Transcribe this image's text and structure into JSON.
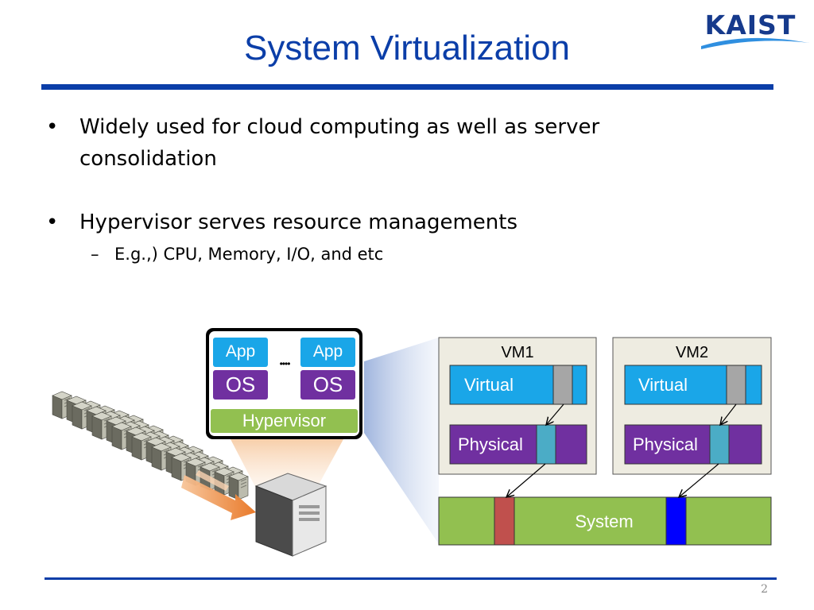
{
  "slide": {
    "title": "System Virtualization",
    "logo": "KAIST",
    "page_number": "2"
  },
  "bullets": [
    {
      "marker": "•",
      "text_line1": "Widely used for cloud computing as well as server",
      "text_line2": "consolidation"
    },
    {
      "marker": "•",
      "text": "Hypervisor serves resource managements",
      "sub": {
        "marker": "–",
        "text": "E.g.,) CPU, Memory, I/O, and etc"
      }
    }
  ],
  "hypervisor_box": {
    "app_left": "App",
    "app_right": "App",
    "os_left": "OS",
    "os_right": "OS",
    "ellipsis": "••••",
    "hypervisor": "Hypervisor"
  },
  "vm_diagram": {
    "vm1": {
      "title": "VM1",
      "virtual": "Virtual",
      "physical": "Physical"
    },
    "vm2": {
      "title": "VM2",
      "virtual": "Virtual",
      "physical": "Physical"
    },
    "system": "System"
  },
  "colors": {
    "title_blue": "#0b3ea8",
    "app_cyan": "#1aa6e8",
    "os_purple": "#7030a0",
    "hypervisor_green": "#92c050",
    "system_red": "#c0504d",
    "system_blue": "#0000ff",
    "vm_bg": "#eeece1"
  }
}
